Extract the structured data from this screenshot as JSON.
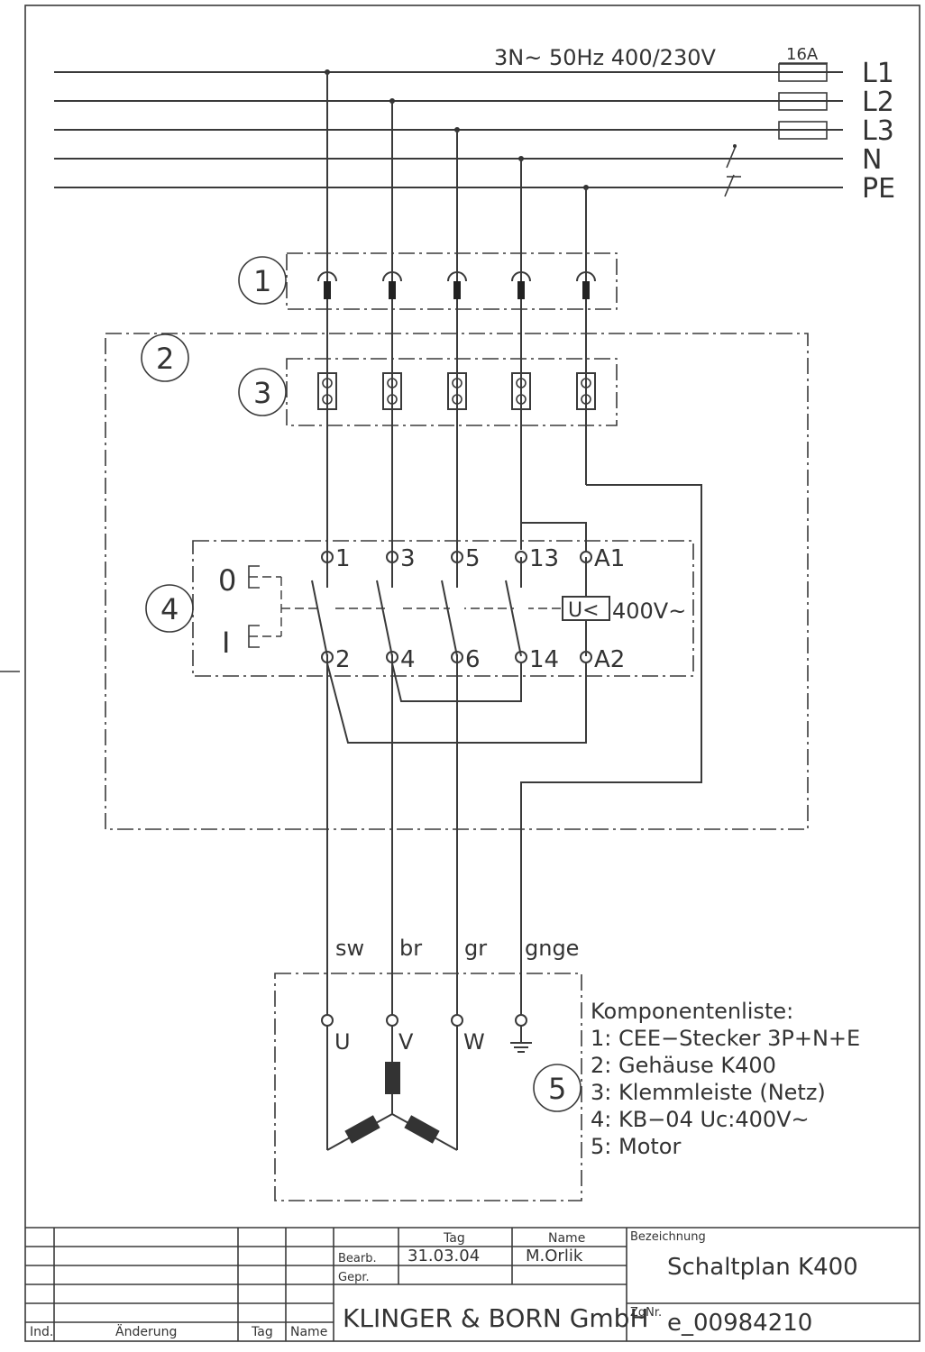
{
  "supply": {
    "spec": "3N~ 50Hz 400/230V",
    "fuse_rating": "16A",
    "lines": [
      "L1",
      "L2",
      "L3",
      "N",
      "PE"
    ]
  },
  "components": {
    "callouts": [
      "1",
      "2",
      "3",
      "4",
      "5"
    ],
    "list_title": "Komponentenliste:",
    "list": [
      "1: CEE−Stecker 3P+N+E",
      "2: Gehäuse K400",
      "3: Klemmleiste (Netz)",
      "4: KB−04 Uc:400V~",
      "5: Motor"
    ]
  },
  "switch": {
    "top_terminals": [
      "1",
      "3",
      "5",
      "13",
      "A1"
    ],
    "bottom_terminals": [
      "2",
      "4",
      "6",
      "14",
      "A2"
    ],
    "pos_off": "0",
    "pos_on": "I",
    "undervoltage_symbol": "U<",
    "coil_voltage": "400V~"
  },
  "motor": {
    "wire_colors": [
      "sw",
      "br",
      "gr",
      "gnge"
    ],
    "terminals": [
      "U",
      "V",
      "W"
    ]
  },
  "title_block": {
    "col_ind": "Ind.",
    "col_change": "Änderung",
    "col_date": "Tag",
    "col_name": "Name",
    "hdr_date": "Tag",
    "hdr_name": "Name",
    "row_edited": "Bearb.",
    "row_checked": "Gepr.",
    "edited_date": "31.03.04",
    "edited_name": "M.Orlik",
    "company": "KLINGER & BORN GmbH",
    "designation_label": "Bezeichnung",
    "designation": "Schaltplan K400",
    "drawing_no_label": "ZgNr.",
    "drawing_no": "e_00984210"
  }
}
